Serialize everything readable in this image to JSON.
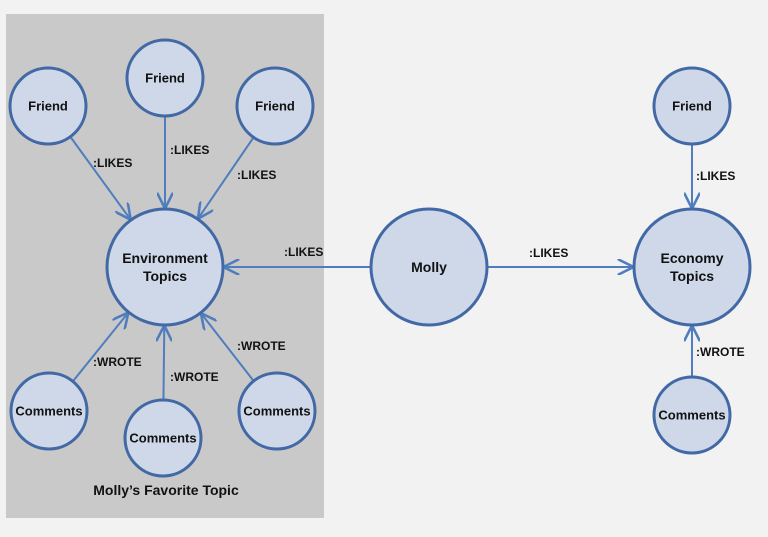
{
  "group": {
    "label": "Molly’s Favorite Topic"
  },
  "nodes": {
    "env_friend_left": {
      "label": "Friend"
    },
    "env_friend_top": {
      "label": "Friend"
    },
    "env_friend_right": {
      "label": "Friend"
    },
    "environment_topics": {
      "label": [
        "Environment",
        "Topics"
      ]
    },
    "env_comments_left": {
      "label": "Comments"
    },
    "env_comments_bottom": {
      "label": "Comments"
    },
    "env_comments_right": {
      "label": "Comments"
    },
    "molly": {
      "label": "Molly"
    },
    "economy_topics": {
      "label": [
        "Economy",
        "Topics"
      ]
    },
    "econ_friend": {
      "label": "Friend"
    },
    "econ_comments": {
      "label": "Comments"
    }
  },
  "edges": [
    {
      "from": "env_friend_left",
      "to": "environment_topics",
      "label": ":LIKES"
    },
    {
      "from": "env_friend_top",
      "to": "environment_topics",
      "label": ":LIKES"
    },
    {
      "from": "env_friend_right",
      "to": "environment_topics",
      "label": ":LIKES"
    },
    {
      "from": "env_comments_left",
      "to": "environment_topics",
      "label": ":WROTE"
    },
    {
      "from": "env_comments_bottom",
      "to": "environment_topics",
      "label": ":WROTE"
    },
    {
      "from": "env_comments_right",
      "to": "environment_topics",
      "label": ":WROTE"
    },
    {
      "from": "molly",
      "to": "environment_topics",
      "label": ":LIKES"
    },
    {
      "from": "molly",
      "to": "economy_topics",
      "label": ":LIKES"
    },
    {
      "from": "econ_friend",
      "to": "economy_topics",
      "label": ":LIKES"
    },
    {
      "from": "econ_comments",
      "to": "economy_topics",
      "label": ":WROTE"
    }
  ]
}
